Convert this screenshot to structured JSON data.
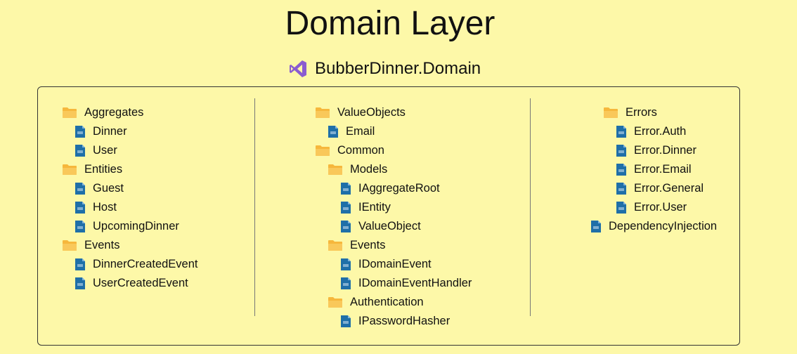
{
  "title": "Domain Layer",
  "project": {
    "name": "BubberDinner.Domain",
    "icon": "visual-studio-icon",
    "icon_color": "#8a5cd0"
  },
  "colors": {
    "background": "#fdf8a8",
    "folder": "#f6b73c",
    "file": "#1f6fa8"
  },
  "columns": [
    {
      "items": [
        {
          "type": "folder",
          "label": "Aggregates",
          "depth": 0
        },
        {
          "type": "file",
          "label": "Dinner",
          "depth": 1
        },
        {
          "type": "file",
          "label": "User",
          "depth": 1
        },
        {
          "type": "folder",
          "label": "Entities",
          "depth": 0
        },
        {
          "type": "file",
          "label": "Guest",
          "depth": 1
        },
        {
          "type": "file",
          "label": "Host",
          "depth": 1
        },
        {
          "type": "file",
          "label": "UpcomingDinner",
          "depth": 1
        },
        {
          "type": "folder",
          "label": "Events",
          "depth": 0
        },
        {
          "type": "file",
          "label": "DinnerCreatedEvent",
          "depth": 1
        },
        {
          "type": "file",
          "label": "UserCreatedEvent",
          "depth": 1
        }
      ]
    },
    {
      "items": [
        {
          "type": "folder",
          "label": "ValueObjects",
          "depth": 0
        },
        {
          "type": "file",
          "label": "Email",
          "depth": 1
        },
        {
          "type": "folder",
          "label": "Common",
          "depth": 0
        },
        {
          "type": "folder",
          "label": "Models",
          "depth": 1
        },
        {
          "type": "file",
          "label": "IAggregateRoot",
          "depth": 2
        },
        {
          "type": "file",
          "label": "IEntity",
          "depth": 2
        },
        {
          "type": "file",
          "label": "ValueObject",
          "depth": 2
        },
        {
          "type": "folder",
          "label": "Events",
          "depth": 1
        },
        {
          "type": "file",
          "label": "IDomainEvent",
          "depth": 2
        },
        {
          "type": "file",
          "label": "IDomainEventHandler",
          "depth": 2
        },
        {
          "type": "folder",
          "label": "Authentication",
          "depth": 1
        },
        {
          "type": "file",
          "label": "IPasswordHasher",
          "depth": 2
        }
      ]
    },
    {
      "items": [
        {
          "type": "folder",
          "label": "Errors",
          "depth": 1
        },
        {
          "type": "file",
          "label": "Error.Auth",
          "depth": 2
        },
        {
          "type": "file",
          "label": "Error.Dinner",
          "depth": 2
        },
        {
          "type": "file",
          "label": "Error.Email",
          "depth": 2
        },
        {
          "type": "file",
          "label": "Error.General",
          "depth": 2
        },
        {
          "type": "file",
          "label": "Error.User",
          "depth": 2
        },
        {
          "type": "file",
          "label": "DependencyInjection",
          "depth": 0
        }
      ]
    }
  ]
}
